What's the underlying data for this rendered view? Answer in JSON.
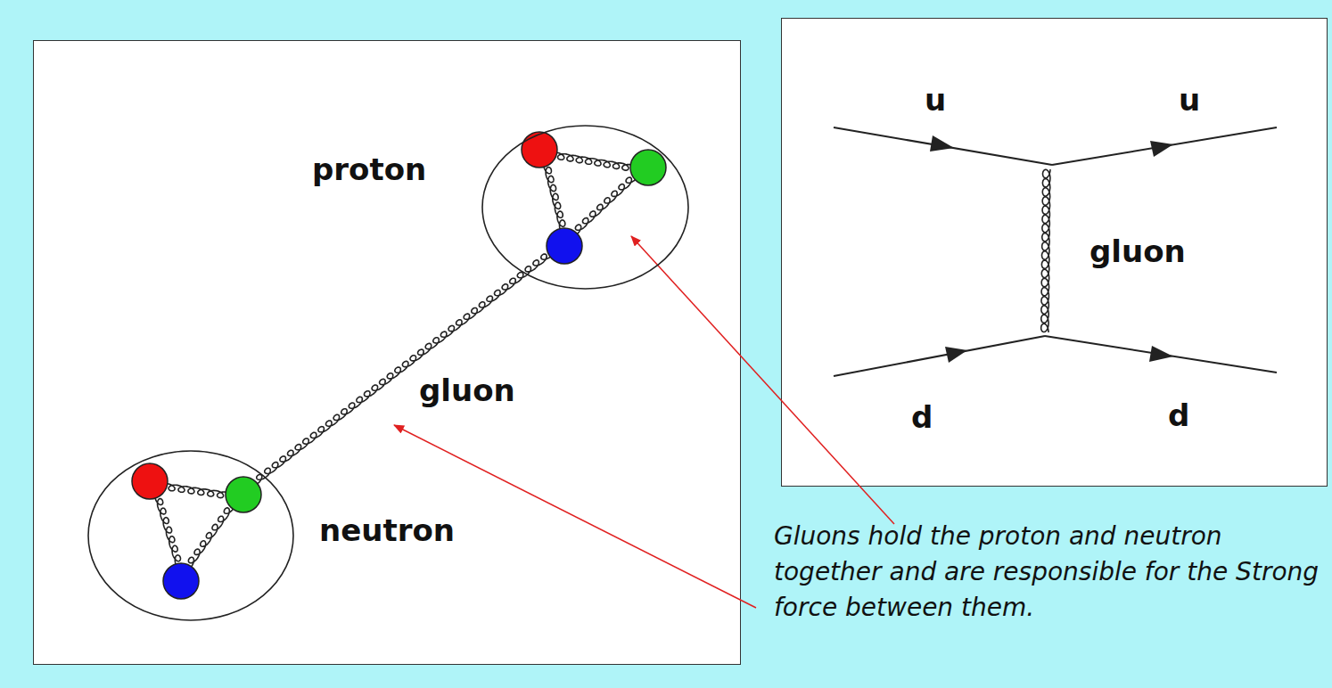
{
  "diagram": {
    "nodes": [
      {
        "text": [
          "proton"
        ]
      },
      {
        "text": [
          "neutron"
        ]
      }
    ],
    "edges": [
      {
        "from": 0,
        "to": 1,
        "arrow": "none",
        "label": "gluon"
      }
    ],
    "labels": [
      "u",
      "u",
      "gluon",
      "d",
      "d",
      "Gluons hold the proton and neutron together and are responsible for the Strong force between them."
    ]
  }
}
